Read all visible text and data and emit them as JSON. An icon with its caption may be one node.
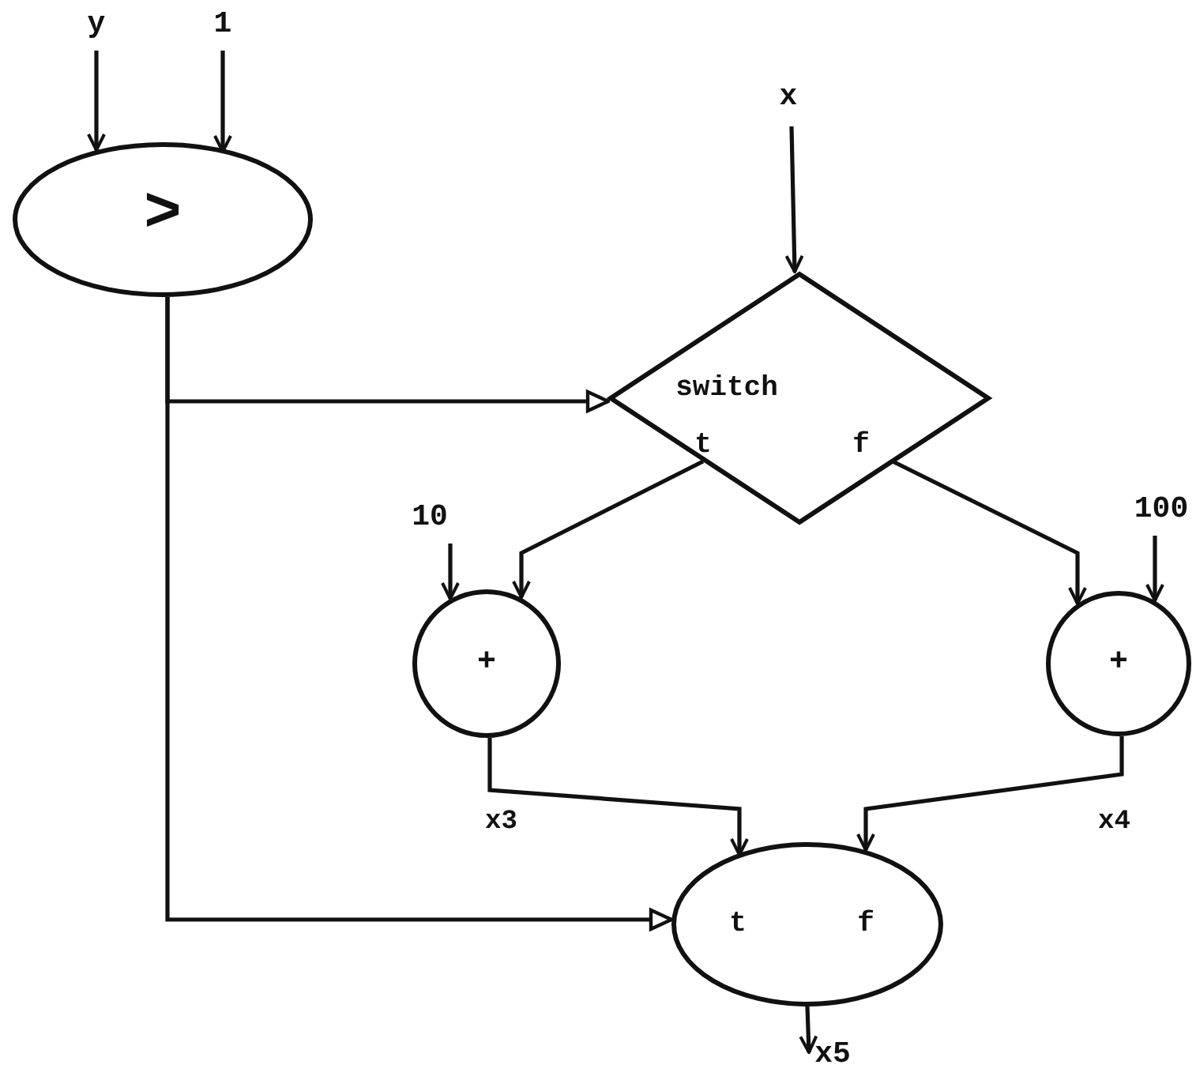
{
  "diagram": {
    "nodes": [
      {
        "text": [
          "y"
        ]
      },
      {
        "text": [
          "1"
        ]
      },
      {
        "text": [
          ">"
        ]
      },
      {
        "text": [
          "x"
        ]
      },
      {
        "text": [
          "switch",
          "t",
          "f"
        ]
      },
      {
        "text": [
          "10"
        ]
      },
      {
        "text": [
          "100"
        ]
      },
      {
        "text": [
          "+"
        ]
      },
      {
        "text": [
          "+"
        ]
      },
      {
        "text": [
          "t",
          "f"
        ]
      },
      {
        "text": [
          "x5"
        ]
      }
    ],
    "edges": [
      {
        "from": 0,
        "to": 2,
        "arrow": "to"
      },
      {
        "from": 1,
        "to": 2,
        "arrow": "to"
      },
      {
        "from": 3,
        "to": 4,
        "arrow": "to"
      },
      {
        "from": 2,
        "to": 4,
        "arrow": "to"
      },
      {
        "from": 2,
        "to": 9,
        "arrow": "to"
      },
      {
        "from": 4,
        "to": 7,
        "arrow": "to"
      },
      {
        "from": 4,
        "to": 8,
        "arrow": "to"
      },
      {
        "from": 5,
        "to": 7,
        "arrow": "to"
      },
      {
        "from": 6,
        "to": 8,
        "arrow": "to"
      },
      {
        "from": 7,
        "to": 9,
        "arrow": "to",
        "label": "x3"
      },
      {
        "from": 8,
        "to": 9,
        "arrow": "to",
        "label": "x4"
      },
      {
        "from": 9,
        "to": 10,
        "arrow": "to"
      }
    ]
  }
}
